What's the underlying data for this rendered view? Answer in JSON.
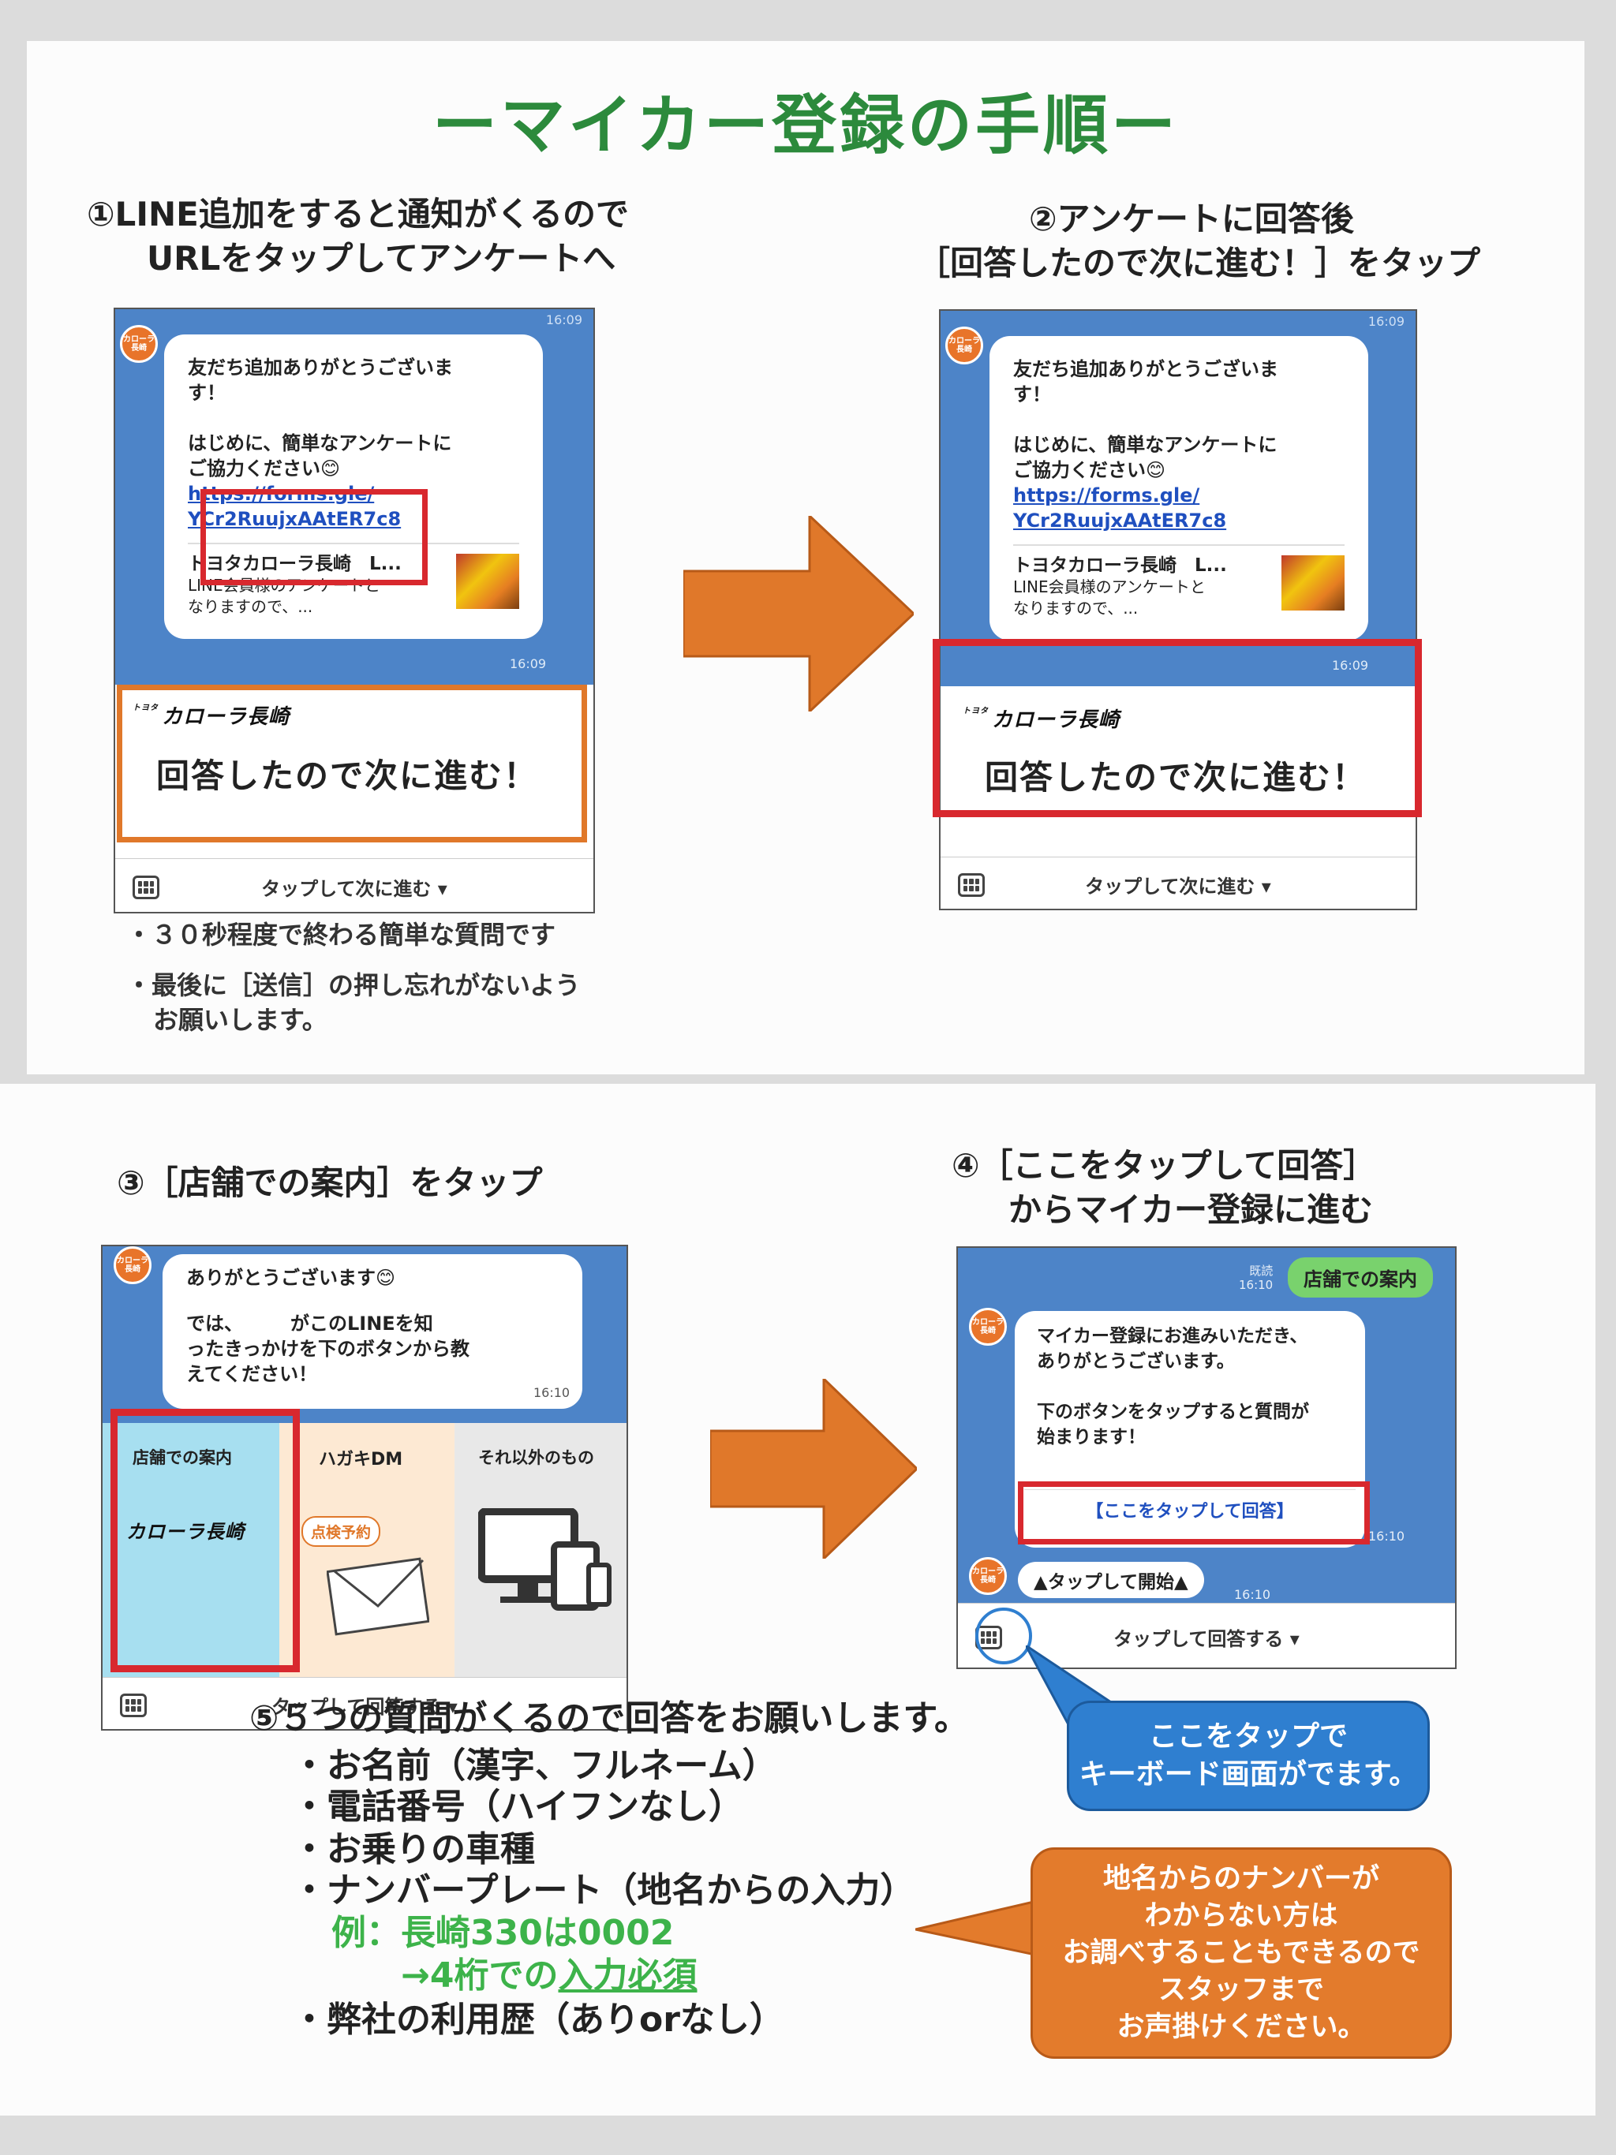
{
  "title": "ーマイカー登録の手順ー",
  "step1": {
    "heading_line1": "①LINE追加をすると通知がくるので",
    "heading_line2": "URLをタップしてアンケートへ",
    "time_top": "16:09",
    "msg_line1": "友だち追加ありがとうございま",
    "msg_line2": "す！",
    "msg_line3": "はじめに、簡単なアンケートに",
    "msg_line4": "ご協力ください😊",
    "link_line1": "https://forms.gle/",
    "link_line2": "YCr2RuujxAAtER7c8",
    "card_title": "トヨタカローラ長崎　L...",
    "card_line1": "LINE会員様のアンケートと",
    "card_line2": "なりますので、...",
    "msg_time": "16:09",
    "brand": "カローラ長崎",
    "brand_prefix": "トヨタ",
    "button": "回答したので次に進む！",
    "footer": "タップして次に進む ▾",
    "note1": "・３０秒程度で終わる簡単な質問です",
    "note2_line1": "・最後に［送信］の押し忘れがないよう",
    "note2_line2": "お願いします。"
  },
  "step2": {
    "heading_line1": "②アンケートに回答後",
    "heading_line2": "［回答したので次に進む！］をタップ",
    "time_top": "16:09",
    "msg_line1": "友だち追加ありがとうございま",
    "msg_line2": "す！",
    "msg_line3": "はじめに、簡単なアンケートに",
    "msg_line4": "ご協力ください😊",
    "link_line1": "https://forms.gle/",
    "link_line2": "YCr2RuujxAAtER7c8",
    "card_title": "トヨタカローラ長崎　L...",
    "card_line1": "LINE会員様のアンケートと",
    "card_line2": "なりますので、...",
    "msg_time": "16:09",
    "brand": "カローラ長崎",
    "brand_prefix": "トヨタ",
    "button": "回答したので次に進む！",
    "footer": "タップして次に進む ▾"
  },
  "step3": {
    "heading": "③［店舗での案内］をタップ",
    "msg_line1": "ありがとうございます😊",
    "msg_line2": "では、　　　がこのLINEを知",
    "msg_line3": "ったきっかけを下のボタンから教",
    "msg_line4": "えてください！",
    "msg_time": "16:10",
    "option1": "店舗での案内",
    "option1_brand": "カローラ長崎",
    "option2": "ハガキDM",
    "option2_tag": "点検予約",
    "option3": "それ以外のもの",
    "footer": "タップして回答する ▾"
  },
  "step4": {
    "heading_line1": "④［ここをタップして回答］",
    "heading_line2": "からマイカー登録に進む",
    "read_label": "既読",
    "read_time": "16:10",
    "sent_msg": "店舗での案内",
    "msg_line1": "マイカー登録にお進みいただき、",
    "msg_line2": "ありがとうございます。",
    "msg_line3": "下のボタンをタップすると質問が",
    "msg_line4": "始まります！",
    "answer_button": "【ここをタップして回答】",
    "msg_time": "16:10",
    "start_msg": "▲タップして開始▲",
    "start_time": "16:10",
    "footer": "タップして回答する ▾",
    "callout_line1": "ここをタップで",
    "callout_line2": "キーボード画面がでます。"
  },
  "step5": {
    "heading": "⑤５つの質問がくるので回答をお願いします。",
    "items": [
      "・お名前（漢字、フルネーム）",
      "・電話番号（ハイフンなし）",
      "・お乗りの車種",
      "・ナンバープレート（地名からの入力）"
    ],
    "example_line1": "例：長崎330は0002",
    "example_line2_prefix": "→4桁での",
    "example_line2_underline": "入力必須",
    "last_item": "・弊社の利用歴（ありorなし）",
    "callout_line1": "地名からのナンバーが",
    "callout_line2": "わからない方は",
    "callout_line3": "お調べすることもできるので",
    "callout_line4": "スタッフまで",
    "callout_line5": "お声掛けください。"
  },
  "colors": {
    "title_green": "#2c8a3c",
    "arrow_orange": "#e0782a",
    "highlight_red": "#d8282e",
    "chat_blue": "#4d84c8",
    "callout_blue": "#2f7fd0",
    "callout_orange": "#e37b2c",
    "example_green": "#3db34a"
  }
}
